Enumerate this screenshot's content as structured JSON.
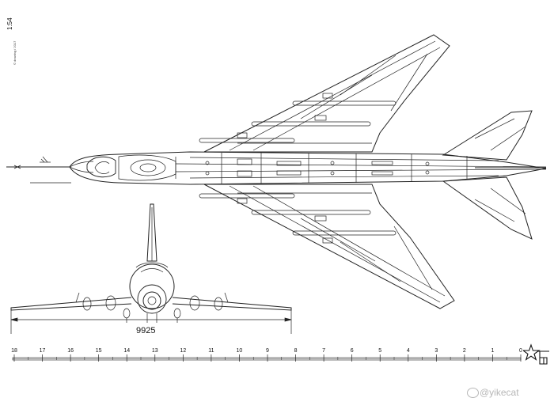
{
  "sheet_number": "1:54",
  "author_credit": "© drawing / 2017",
  "span_dimension": "9925",
  "scale_labels": [
    "18",
    "17",
    "16",
    "15",
    "14",
    "13",
    "12",
    "11",
    "10",
    "9",
    "8",
    "7",
    "6",
    "5",
    "4",
    "3",
    "2",
    "1",
    "0"
  ],
  "watermark": "@yikecat",
  "watermark_icon": "weibo-icon",
  "logo": "star-logo"
}
